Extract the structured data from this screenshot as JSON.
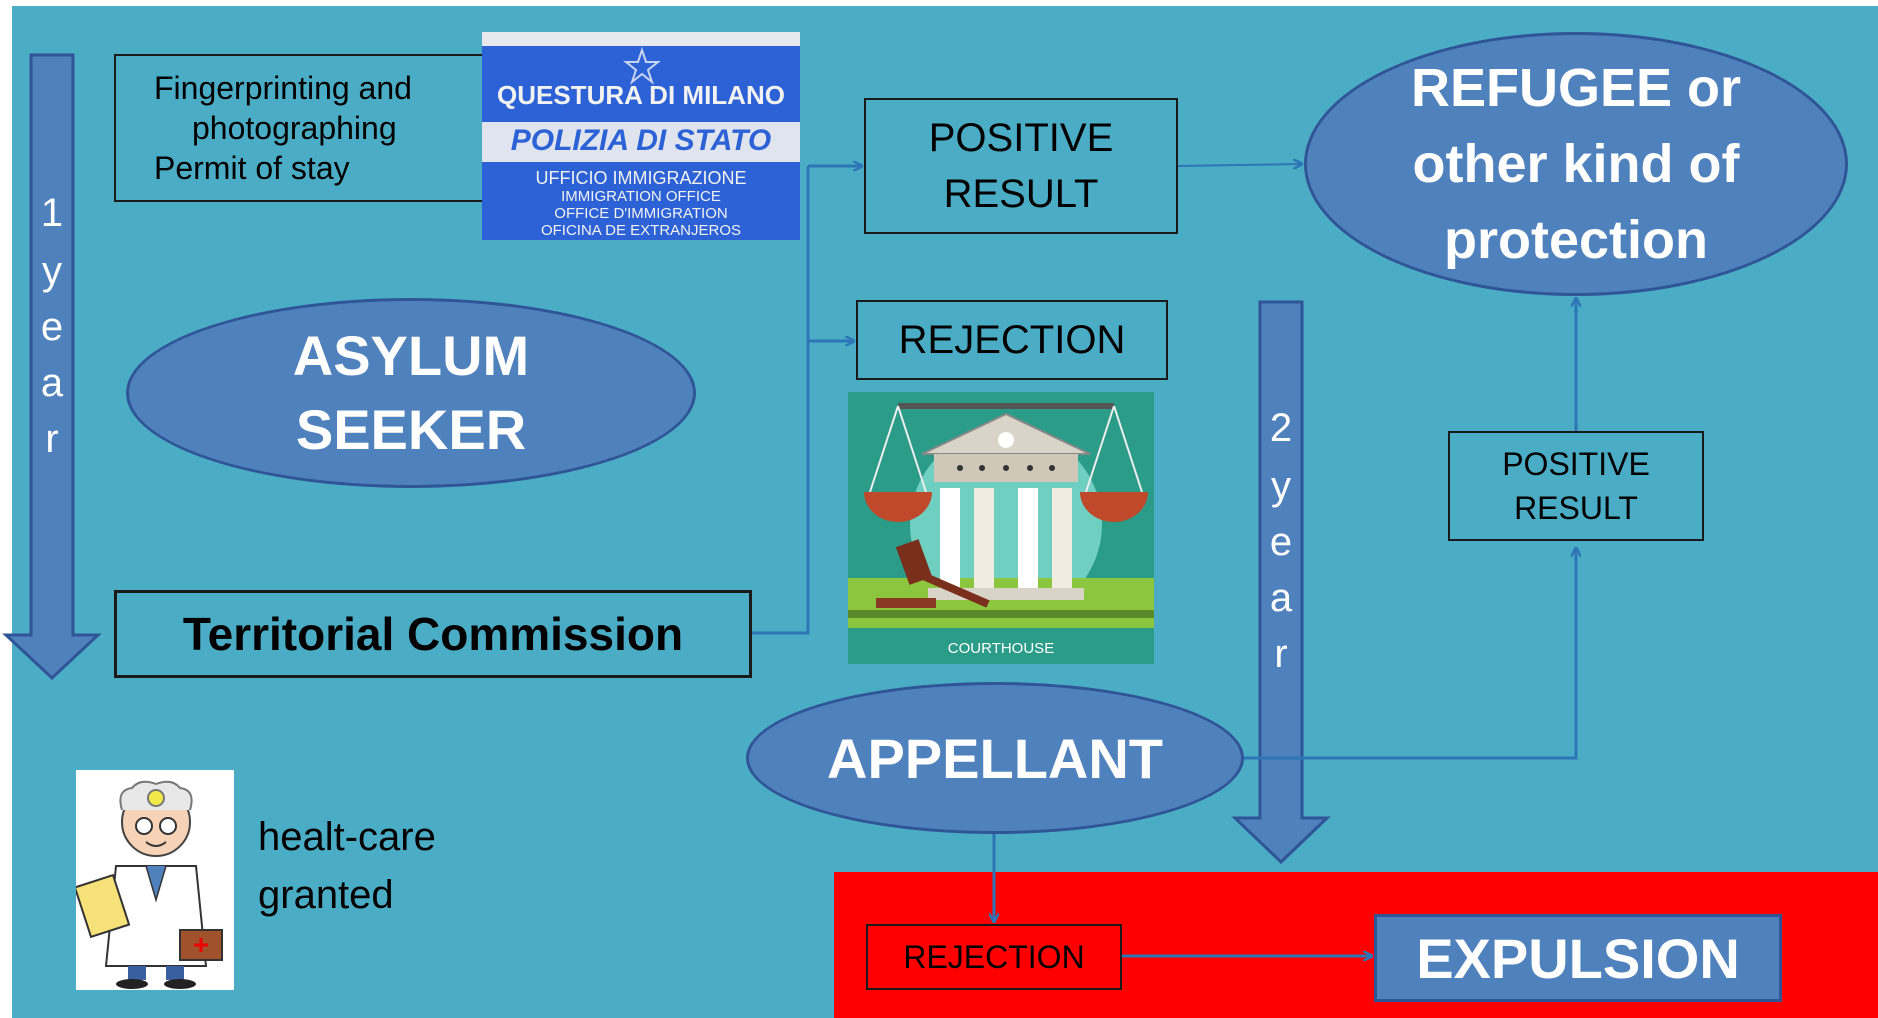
{
  "asylum_seeker": {
    "line1": "ASYLUM",
    "line2": "SEEKER"
  },
  "fingerprinting": {
    "line1": "Fingerprinting and",
    "line2": "photographing",
    "line3": "Permit of stay"
  },
  "police_sign": {
    "line1": "QUESTURA DI MILANO",
    "line2": "POLIZIA DI STATO",
    "line3": "UFFICIO IMMIGRAZIONE",
    "line4": "IMMIGRATION OFFICE",
    "line5": "OFFICE D'IMMIGRATION",
    "line6": "OFICINA DE EXTRANJEROS"
  },
  "timeline_1": {
    "num": "1",
    "letters": [
      "y",
      "e",
      "a",
      "r"
    ]
  },
  "timeline_2": {
    "num": "2",
    "letters": [
      "y",
      "e",
      "a",
      "r"
    ]
  },
  "territorial_commission": "Territorial Commission",
  "positive_result_1": {
    "line1": "POSITIVE",
    "line2": "RESULT"
  },
  "rejection_1": "REJECTION",
  "courthouse_label": "COURTHOUSE",
  "refugee": {
    "line1": "REFUGEE or",
    "line2": "other kind of",
    "line3": "protection"
  },
  "positive_result_2": {
    "line1": "POSITIVE",
    "line2": "RESULT"
  },
  "appellant": "APPELLANT",
  "rejection_2": "REJECTION",
  "expulsion": "EXPULSION",
  "healthcare": {
    "line1": "healt-care",
    "line2": "granted"
  },
  "colors": {
    "background": "#4bacc6",
    "ellipse_fill": "#4f81bd",
    "arrow": "#2e75b6",
    "expulsion_zone": "#ff0000"
  }
}
